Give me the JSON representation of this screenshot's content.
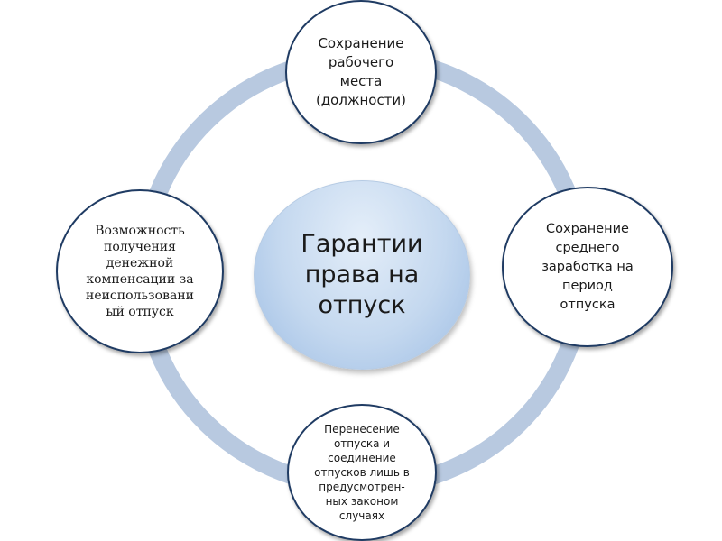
{
  "diagram": {
    "center": {
      "label": "Гарантии\nправа на\nотпуск"
    },
    "nodes": [
      {
        "id": "top",
        "label": "Сохранение\nрабочего\nместа\n(должности)"
      },
      {
        "id": "right",
        "label": "Сохранение\nсреднего\nзаработка на\nпериод\nотпуска"
      },
      {
        "id": "bottom",
        "label": "Перенесение\nотпуска и\nсоединение\nотпусков лишь в\nпредусмотрен-\nных законом\nслучаях"
      },
      {
        "id": "left",
        "label": "Возможность\nполучения\nденежной\nкомпенсации за\nнеиспользовани\nый отпуск"
      }
    ],
    "colors": {
      "ring": "#b8c9e0",
      "node_border": "#1f3b63",
      "center_fill": "#c4d8ef"
    }
  }
}
